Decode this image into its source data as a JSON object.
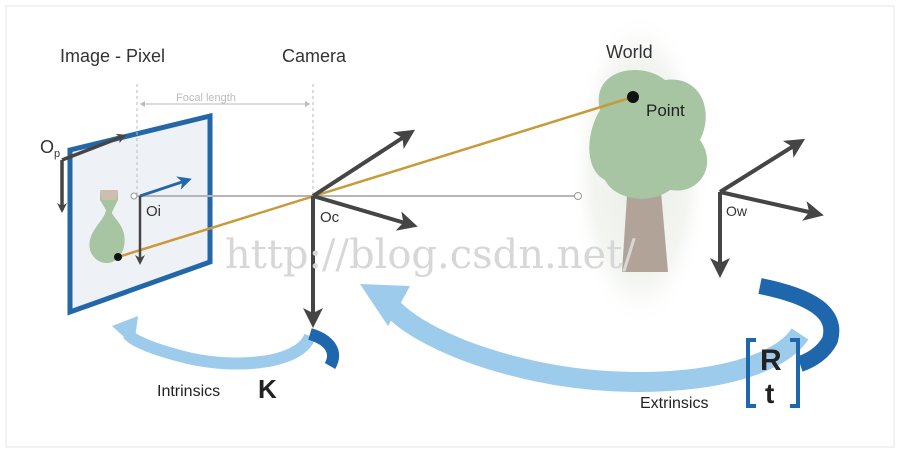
{
  "labels": {
    "image_pixel": "Image - Pixel",
    "camera": "Camera",
    "world": "World",
    "focal_length": "Focal length",
    "point": "Point",
    "o_p": "O",
    "o_p_sub": "p",
    "o_i": "Oi",
    "o_c": "Oc",
    "o_w": "Ow",
    "intrinsics": "Intrinsics",
    "intrinsics_symbol": "K",
    "extrinsics": "Extrinsics",
    "extrinsics_r": "R",
    "extrinsics_t": "t"
  },
  "watermark": "http://blog.csdn.net/",
  "colors": {
    "frame_blue": "#2467a8",
    "arrow_dark": "#454545",
    "ray_orange": "#c89a3a",
    "curve_light_blue": "#9ccbec",
    "curve_dark_blue": "#1f67ad",
    "tree_green": "#a7c4a3",
    "trunk_brown": "#b1a397",
    "world_haze": "#eef1ec"
  }
}
